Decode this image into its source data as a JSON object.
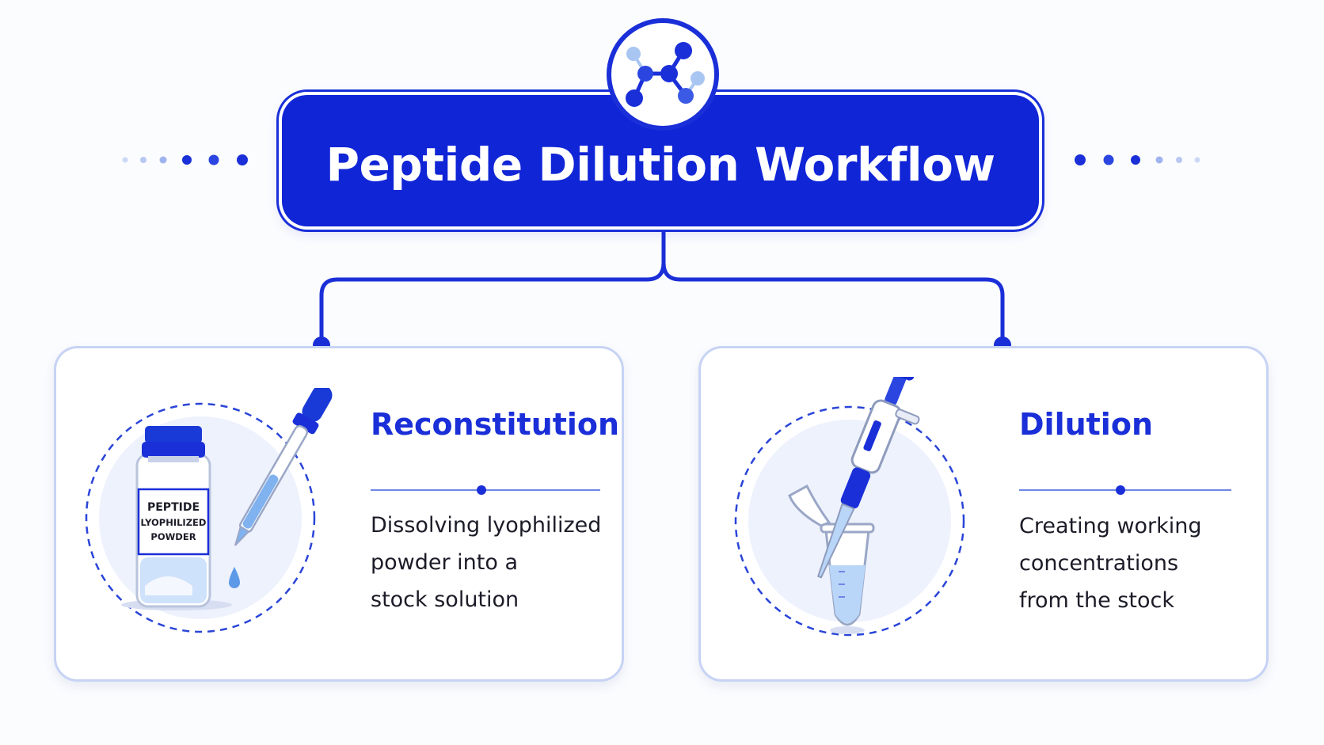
{
  "header": {
    "title": "Peptide Dilution Workflow",
    "logo_icon": "molecule-icon"
  },
  "steps": [
    {
      "title": "Reconstitution",
      "description": "Dissolving lyophilized\npowder into a\nstock solution",
      "illustration": "vial-and-dropper-icon",
      "vial_label": [
        "PEPTIDE",
        "LYOPHILIZED",
        "POWDER"
      ]
    },
    {
      "title": "Dilution",
      "description": "Creating working\nconcentrations\nfrom the stock",
      "illustration": "pipette-and-tube-icon"
    }
  ],
  "colors": {
    "primary": "#1a2fd8",
    "title_bg": "#1025d6",
    "card_border": "#c7d3f4",
    "light_blue": "#a9c6f2"
  }
}
